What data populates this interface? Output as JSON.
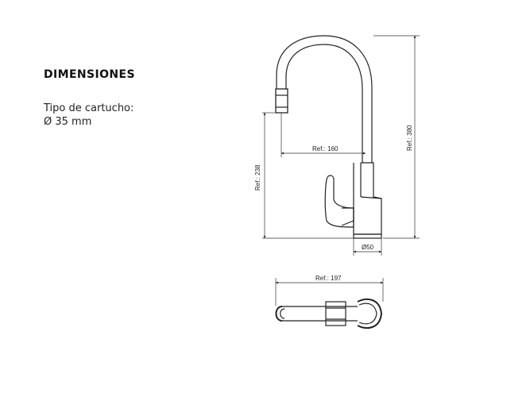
{
  "title": "DIMENSIONES",
  "cartridge": {
    "label": "Tipo de cartucho:",
    "value": "Ø 35 mm"
  },
  "dimensions": {
    "spout_reach": "Ref.: 160",
    "total_height": "Ref.: 380",
    "spout_height": "Ref.: 238",
    "base_diameter": "Ø50",
    "top_view_length": "Ref.: 197"
  }
}
